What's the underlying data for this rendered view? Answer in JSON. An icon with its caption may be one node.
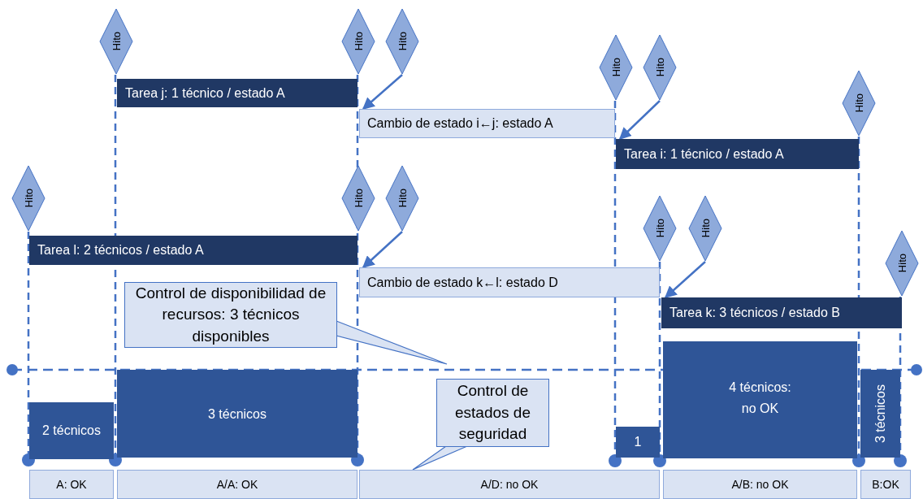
{
  "diagram": {
    "nodes": [
      {
        "text": [
          "Hito"
        ]
      },
      {
        "text": [
          "Hito"
        ]
      },
      {
        "text": [
          "Hito"
        ]
      },
      {
        "text": [
          "Hito"
        ]
      },
      {
        "text": [
          "Hito"
        ]
      },
      {
        "text": [
          "Hito"
        ]
      },
      {
        "text": [
          "Hito"
        ]
      },
      {
        "text": [
          "Hito"
        ]
      },
      {
        "text": [
          "Hito"
        ]
      },
      {
        "text": [
          "Hito"
        ]
      },
      {
        "text": [
          "Hito"
        ]
      },
      {
        "text": [
          "Hito"
        ]
      },
      {
        "text": [
          "Tarea j: 1 técnico / estado A"
        ]
      },
      {
        "text": [
          "Cambio de estado i←j: estado A"
        ]
      },
      {
        "text": [
          "Tarea i: 1 técnico / estado A"
        ]
      },
      {
        "text": [
          "Tarea l: 2 técnicos / estado A"
        ]
      },
      {
        "text": [
          "Cambio de estado k←l: estado D"
        ]
      },
      {
        "text": [
          "Tarea k: 3 técnicos / estado B"
        ]
      },
      {
        "text": [
          "Control de disponibilidad de recursos: 3 técnicos disponibles"
        ]
      },
      {
        "text": [
          "2 técnicos"
        ]
      },
      {
        "text": [
          "3 técnicos"
        ]
      },
      {
        "text": [
          "1"
        ]
      },
      {
        "text": [
          "4 técnicos: no OK"
        ]
      },
      {
        "text": [
          "3 técnicos"
        ]
      },
      {
        "text": [
          "Control de estados de seguridad"
        ]
      },
      {
        "text": [
          "A: OK"
        ]
      },
      {
        "text": [
          "A/A: OK"
        ]
      },
      {
        "text": [
          "A/D: no OK"
        ]
      },
      {
        "text": [
          "A/B: no OK"
        ]
      },
      {
        "text": [
          "B:OK"
        ]
      }
    ],
    "edges": [
      {
        "from": 2,
        "to": 13,
        "arrow": "to"
      },
      {
        "from": 4,
        "to": 14,
        "arrow": "to"
      },
      {
        "from": 8,
        "to": 16,
        "arrow": "to"
      },
      {
        "from": 10,
        "to": 17,
        "arrow": "to"
      },
      {
        "from": 18,
        "to": null,
        "arrow": "to"
      },
      {
        "from": 24,
        "to": 27,
        "arrow": "to"
      }
    ]
  }
}
